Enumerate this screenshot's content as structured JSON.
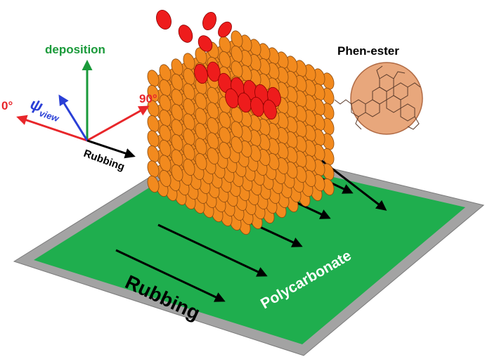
{
  "axes": {
    "deposition": "deposition",
    "zero": "0°",
    "ninety": "90°",
    "rubbing": "Rubbing",
    "psi_symbol": "ψ",
    "psi_subscript": "view"
  },
  "molecule": {
    "label": "Phen-ester"
  },
  "substrate": {
    "rubbing_label": "Rubbing",
    "material_label": "Polycarbonate"
  },
  "colors": {
    "substrate_green": "#1fae4e",
    "substrate_border": "#a0a0a0",
    "disc_orange": "#f28a1e",
    "disc_red": "#ee1c1c",
    "deposition_arrow": "#1a9a3a",
    "zero_arrow": "#e8262a",
    "psi_arrow": "#2a3fd6",
    "molecule_fill": "#e8a77c"
  },
  "icons": {
    "arrow": "arrow-icon",
    "molecule": "phen-ester-molecule-icon",
    "disc": "discotic-molecule-icon"
  }
}
